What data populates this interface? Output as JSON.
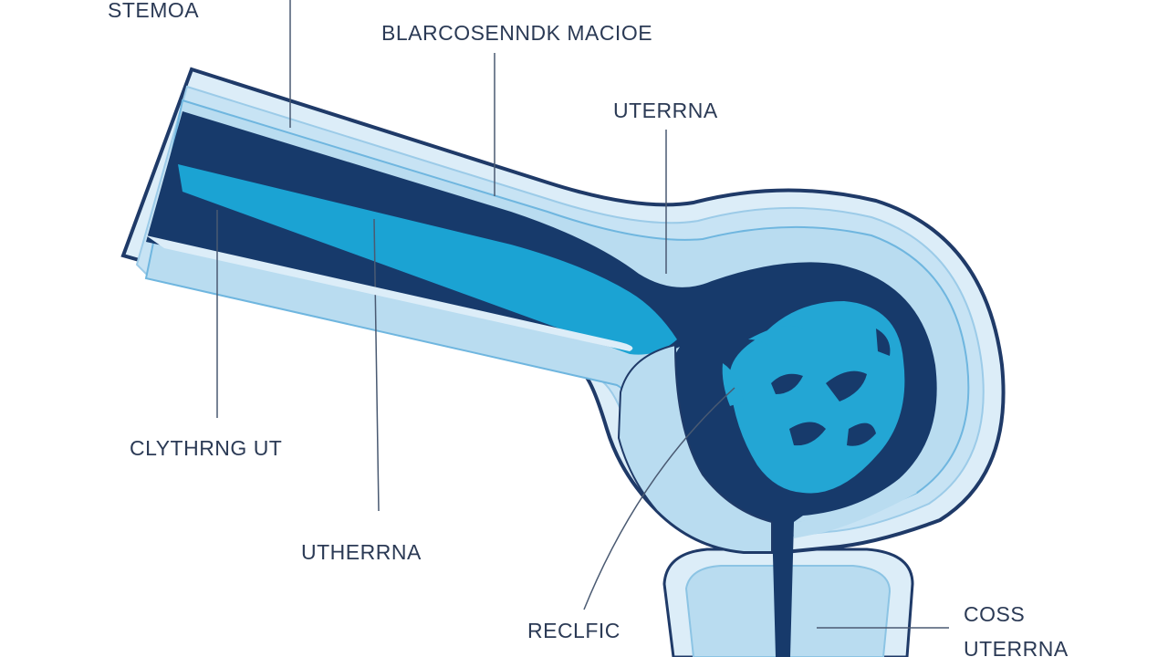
{
  "colors": {
    "background": "#ffffff",
    "outline": "#1f3a68",
    "navy": "#173a6b",
    "light_blue": "#b9dcf0",
    "pale_blue": "#dcedf8",
    "cyan": "#1ba3d3",
    "tumor": "#23a6d4",
    "label_text": "#2b3a55",
    "leader": "#4a5a72"
  },
  "labels": {
    "stemoa": "STEMOA",
    "blarcosenndk_macioe": "BLARCOSENNDK MACIOE",
    "uterrna_top": "UTERRNA",
    "clythrng_ut": "CLYTHRNG UT",
    "utherrna": "UTHERRNA",
    "reclfic": "RECLFIC",
    "coss": "COSS",
    "uterrna_bottom": "UTERRNA"
  }
}
